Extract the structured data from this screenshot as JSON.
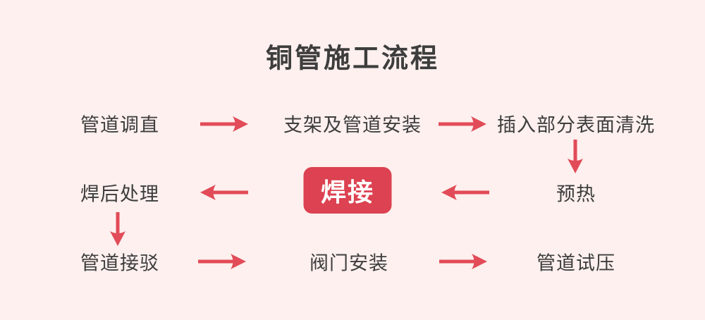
{
  "title": "铜管施工流程",
  "colors": {
    "background": "#fdf0ee",
    "accent": "#dc4251",
    "arrow": "#e24b58",
    "text": "#3d3d3d",
    "highlight_text": "#ffffff"
  },
  "steps": [
    {
      "label": "管道调直"
    },
    {
      "label": "支架及管道安装"
    },
    {
      "label": "插入部分表面清洗"
    },
    {
      "label": "预热"
    },
    {
      "label": "焊接",
      "highlight": true
    },
    {
      "label": "焊后处理"
    },
    {
      "label": "管道接驳"
    },
    {
      "label": "阀门安装"
    },
    {
      "label": "管道试压"
    }
  ]
}
